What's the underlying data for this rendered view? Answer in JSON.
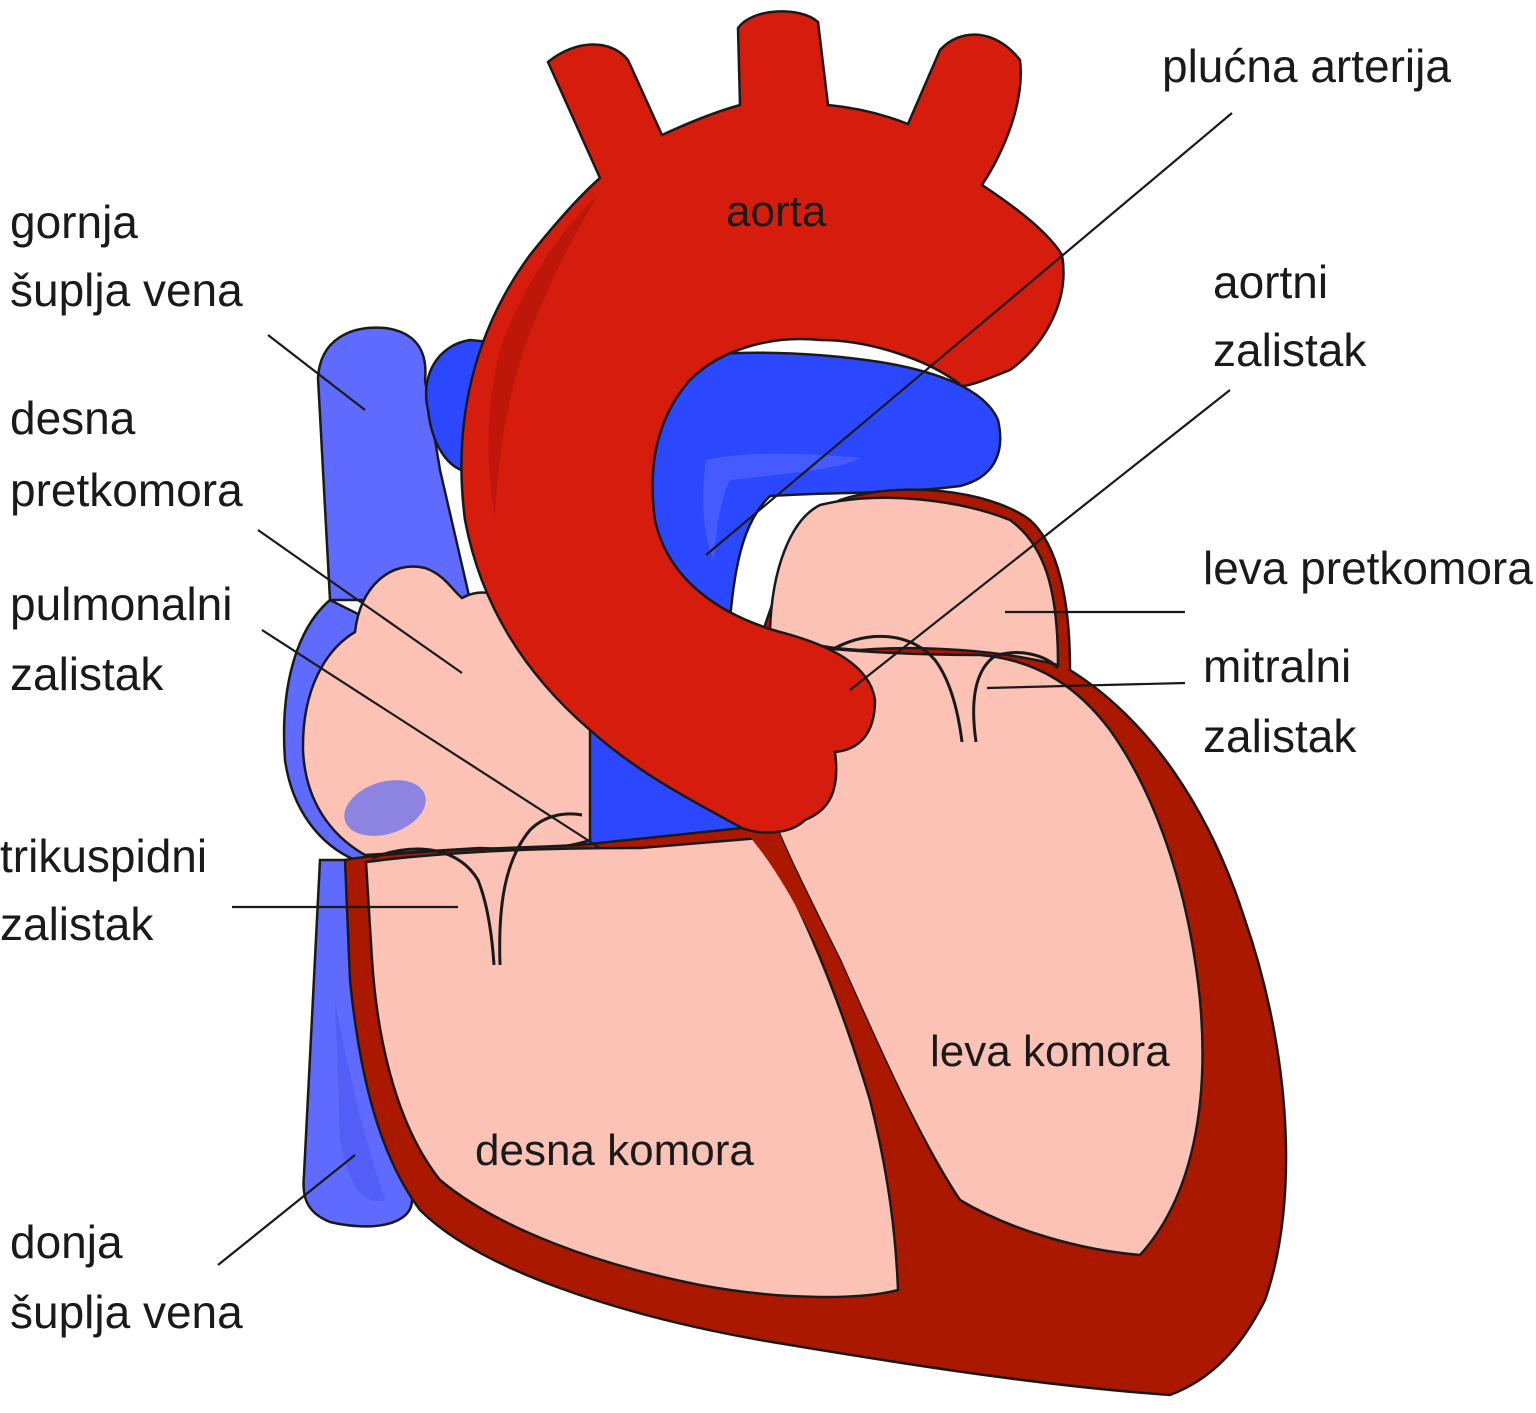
{
  "colors": {
    "artery_red": "#d61c0c",
    "artery_shade": "#b51608",
    "vein_blue": "#2c48ff",
    "vein_light": "#5f6aff",
    "chamber_pink": "#fcc2b6",
    "wall_dark_red": "#aa1800",
    "valve_purple": "#8c84e0",
    "text": "#1a1a1a"
  },
  "labels": {
    "gornja_supljavena": {
      "line1": "gornja",
      "line2": "šuplja vena"
    },
    "desna_pretkomora": {
      "line1": "desna",
      "line2": "pretkomora"
    },
    "pulmonalni_zalistak": {
      "line1": "pulmonalni",
      "line2": "zalistak"
    },
    "trikuspidni_zalistak": {
      "line1": "trikuspidni",
      "line2": "zalistak"
    },
    "donja_supljavena": {
      "line1": "donja",
      "line2": "šuplja vena"
    },
    "plucna_arterija": {
      "line1": "plućna arterija"
    },
    "aortni_zalistak": {
      "line1": "aortni",
      "line2": "zalistak"
    },
    "leva_pretkomora": {
      "line1": "leva pretkomora"
    },
    "mitralni_zalistak": {
      "line1": "mitralni",
      "line2": "zalistak"
    }
  },
  "inner_labels": {
    "aorta": "aorta",
    "leva_komora": "leva komora",
    "desna_komora": "desna komora"
  }
}
